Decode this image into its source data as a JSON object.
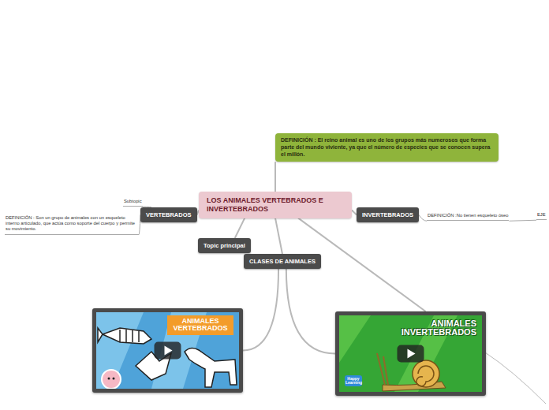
{
  "diagram": {
    "nodes": [
      {
        "text": [
          "LOS ANIMALES VERTEBRADOS E INVERTEBRADOS"
        ]
      },
      {
        "text": [
          "DEFINICIÓN : El reino animal es uno de los grupos más numerosos que forma parte del mundo viviente, ya que el número de especies que se conocen supera el millón."
        ]
      },
      {
        "text": [
          "VERTEBRADOS"
        ]
      },
      {
        "text": [
          "Subtopic"
        ]
      },
      {
        "text": [
          "DEFINICIÓN : Son un grupo de animales con un esqueleto interno articulado, que actúa como soporte del cuerpo y permite su movimiento."
        ]
      },
      {
        "text": [
          "INVERTEBRADOS"
        ]
      },
      {
        "text": [
          "DEFINICIÓN :No tienen esqueleto óseo"
        ]
      },
      {
        "text": [
          "EJE"
        ]
      },
      {
        "text": [
          "Topic principal"
        ]
      },
      {
        "text": [
          "CLASES DE ANIMALES"
        ]
      },
      {
        "text": [
          "ANIMALES VERTEBRADOS"
        ]
      },
      {
        "text": [
          "ANIMALES INVERTEBRADOS",
          "Happy Learning"
        ]
      }
    ],
    "edges": [
      {
        "from": 0,
        "to": 1,
        "arrow": "none"
      },
      {
        "from": 0,
        "to": 2,
        "arrow": "none"
      },
      {
        "from": 0,
        "to": 5,
        "arrow": "none"
      },
      {
        "from": 0,
        "to": 8,
        "arrow": "none"
      },
      {
        "from": 0,
        "to": 9,
        "arrow": "none"
      },
      {
        "from": 0,
        "to": 11,
        "arrow": "none"
      },
      {
        "from": 2,
        "to": 3,
        "arrow": "none"
      },
      {
        "from": 2,
        "to": 4,
        "arrow": "none"
      },
      {
        "from": 5,
        "to": 6,
        "arrow": "none"
      },
      {
        "from": 6,
        "to": 7,
        "arrow": "none"
      },
      {
        "from": 9,
        "to": 10,
        "arrow": "none"
      },
      {
        "from": 9,
        "to": 11,
        "arrow": "none"
      }
    ]
  }
}
